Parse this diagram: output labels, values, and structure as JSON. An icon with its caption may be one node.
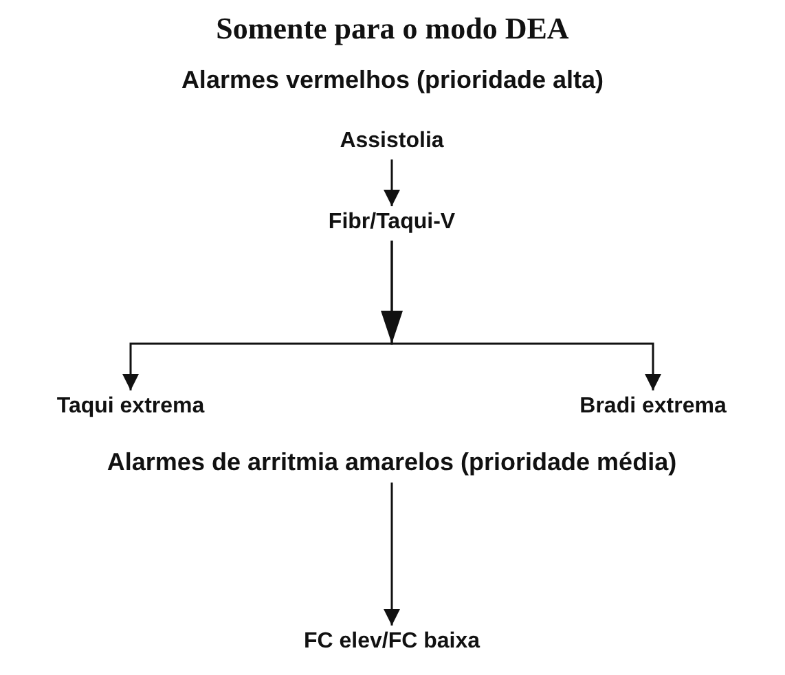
{
  "diagram": {
    "title": "Somente para o modo DEA",
    "nodes": [
      {
        "text": [
          "Assistolia"
        ]
      },
      {
        "text": [
          "Fibr/Taqui-V"
        ]
      },
      {
        "text": [
          "Taqui extrema"
        ]
      },
      {
        "text": [
          "Bradi extrema"
        ]
      },
      {
        "text": [
          "Alarmes de arritmia amarelos (prioridade média)"
        ]
      },
      {
        "text": [
          "FC elev/FC baixa"
        ]
      }
    ],
    "edges": [
      {
        "from": 0,
        "to": 1,
        "arrow": "to"
      },
      {
        "from": 1,
        "to": 2,
        "arrow": "to"
      },
      {
        "from": 1,
        "to": 3,
        "arrow": "to"
      },
      {
        "from": 4,
        "to": 5,
        "arrow": "to"
      }
    ],
    "labels": [
      "Alarmes vermelhos (prioridade alta)"
    ]
  }
}
